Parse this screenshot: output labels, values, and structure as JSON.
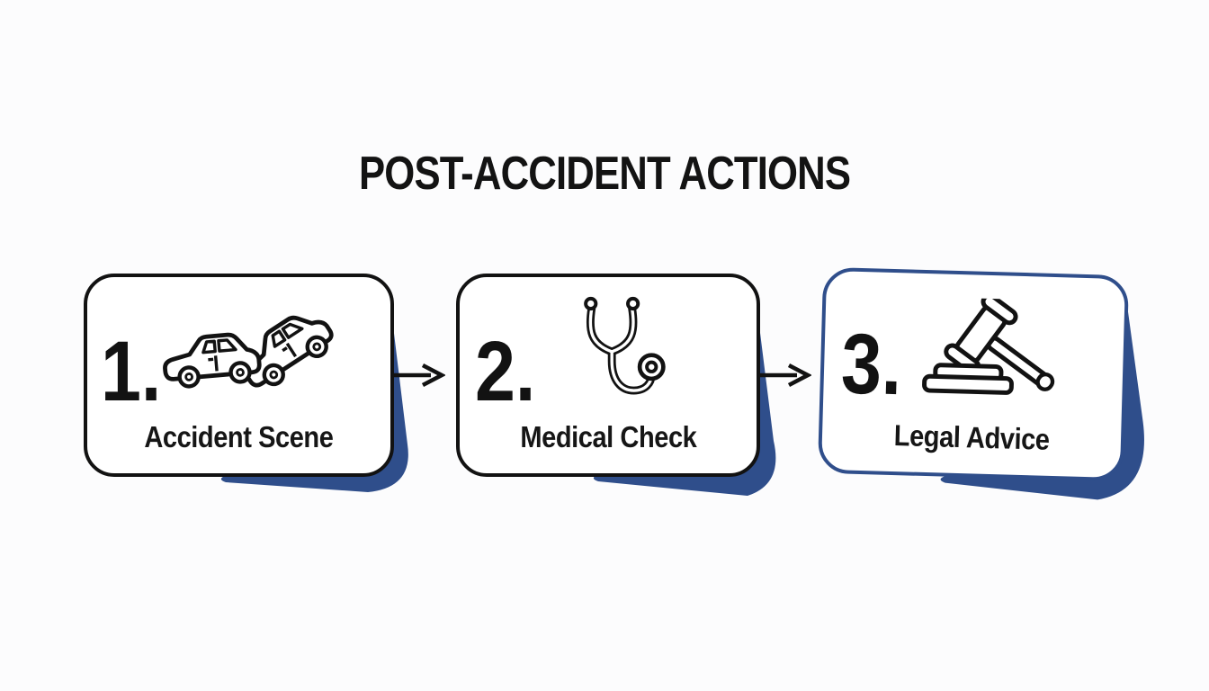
{
  "title": "POST-ACCIDENT ACTIONS",
  "colors": {
    "ink": "#121212",
    "navy": "#2F4E8B",
    "card_background": "#FFFFFF",
    "page_background": "#FCFCFD"
  },
  "steps": [
    {
      "number": "1.",
      "label": "Accident Scene",
      "icon": "car-collision-icon"
    },
    {
      "number": "2.",
      "label": "Medical Check",
      "icon": "stethoscope-icon"
    },
    {
      "number": "3.",
      "label": "Legal Advice",
      "icon": "gavel-icon"
    }
  ],
  "connectors": [
    {
      "icon": "arrow-right-icon"
    },
    {
      "icon": "arrow-right-icon"
    }
  ]
}
